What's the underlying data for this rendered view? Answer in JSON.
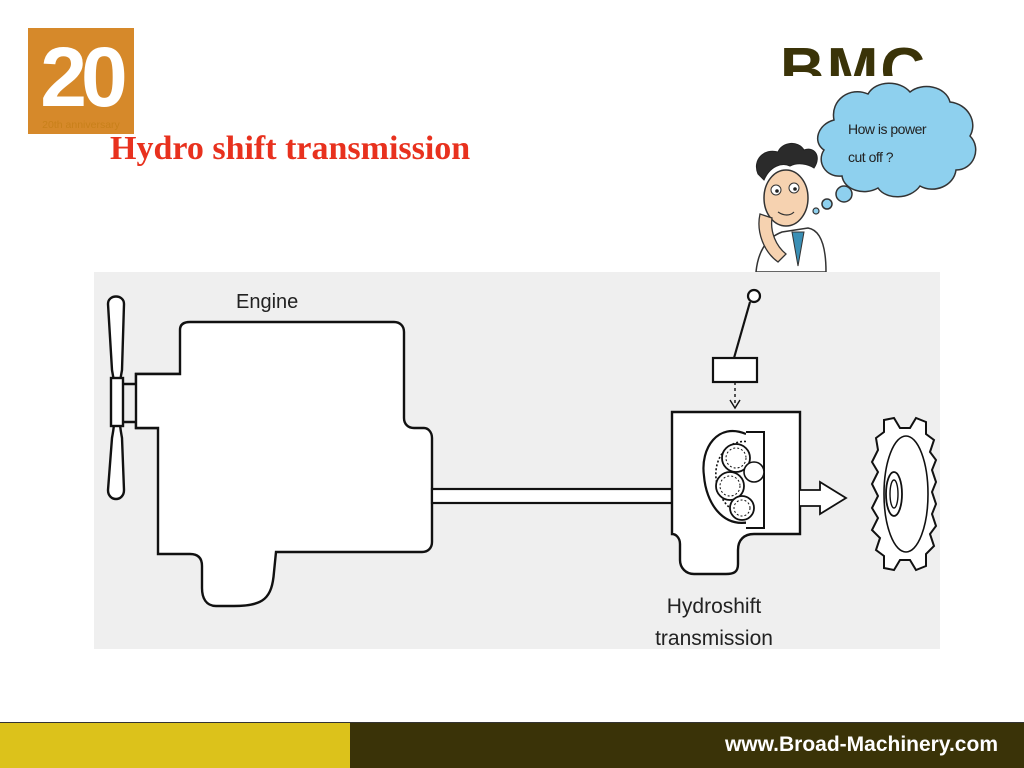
{
  "logo": {
    "number": "20",
    "caption": "20th anniversary"
  },
  "title": "Hydro shift transmission",
  "brand": "BMC",
  "cartoon": {
    "bubble_line1": "How is power",
    "bubble_line2": "cut off ?"
  },
  "diagram": {
    "engine_label": "Engine",
    "transmission_label_line1": "Hydroshift",
    "transmission_label_line2": "transmission"
  },
  "footer": {
    "url": "www.Broad-Machinery.com"
  },
  "colors": {
    "title": "#e8311e",
    "logo": "#d6892a",
    "footer_left": "#dcc21b",
    "footer_right": "#3a3308",
    "bubble": "#8ed0ee"
  }
}
